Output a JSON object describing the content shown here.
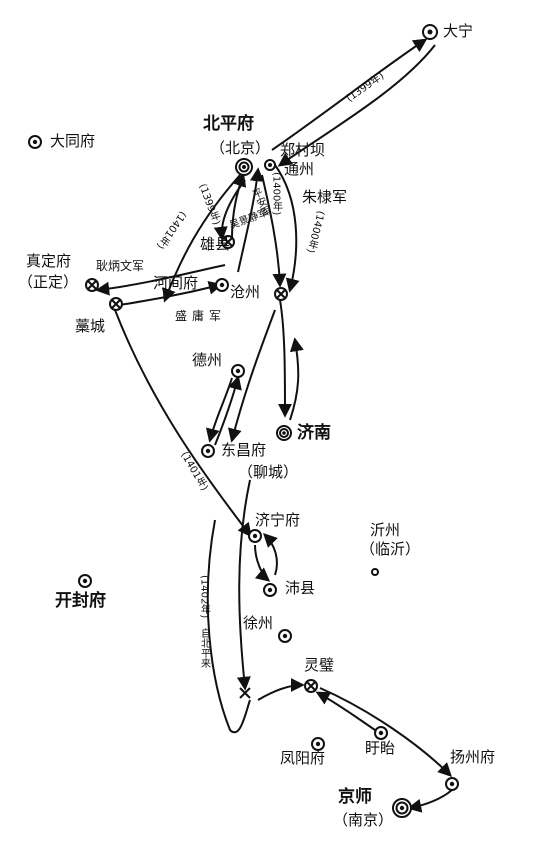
{
  "places": {
    "daning": "大宁",
    "datong": "大同府",
    "beiping": "北平府",
    "beijing": "（北京）",
    "zhengcunba": "郑村坝",
    "tongzhou": "通州",
    "zhudijun": "朱棣军",
    "zhending": "真定府",
    "zhengding": "（正定）",
    "xiong": "雄县",
    "hejian": "河间府",
    "cangzhou": "沧州",
    "gaocheng": "藁城",
    "dezhou": "德州",
    "jinan": "济南",
    "dongchang": "东昌府",
    "liaocheng": "（聊城）",
    "jining": "济宁府",
    "yizhou": "沂州",
    "linyi": "（临沂）",
    "kaifeng": "开封府",
    "peixian": "沛县",
    "xuzhou": "徐州",
    "lingbi": "灵璧",
    "fengyang": "凤阳府",
    "xuyi": "盱眙",
    "yangzhou": "扬州府",
    "jingshi": "京师",
    "nanjing": "（南京）"
  },
  "armies": {
    "geng": "耿炳文军",
    "sheng": "盛庸军",
    "pingan": "平安军",
    "wujing": "吴景静军"
  },
  "years": {
    "y1399a": "(1399年)",
    "y1399b": "(1399年)",
    "y1400a": "(1400年)",
    "y1400b": "(1400年)",
    "y1401a": "(1401年)",
    "y1401b": "(1401年)",
    "y1402": "(1402年)",
    "from_beiping": "自北平来"
  }
}
